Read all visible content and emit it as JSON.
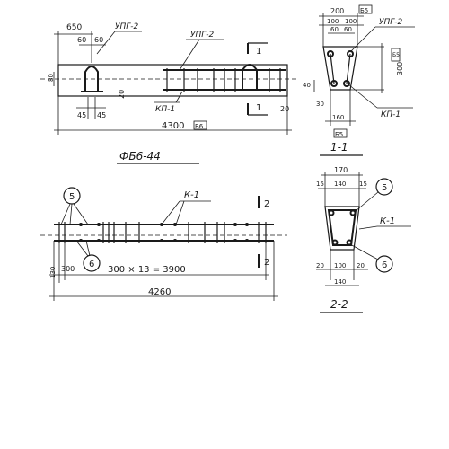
{
  "colors": {
    "ink": "#1a1a1a",
    "paper": "#ffffff"
  },
  "top_beam": {
    "d650": "650",
    "d60a": "60",
    "d60b": "60",
    "upg_left": "УПГ-2",
    "upg_right": "УПГ-2",
    "kp": "КП-1",
    "d80": "80",
    "d45a": "45",
    "d45b": "45",
    "d20a": "20",
    "d20b": "20",
    "length": "4300",
    "stamp": "Б6",
    "cut_label": "1",
    "title": "ФБ6-44"
  },
  "section_1": {
    "d200": "200",
    "d100a": "100",
    "d100b": "100",
    "d60a": "60",
    "d60b": "60",
    "stamp_top": "Б5",
    "upg": "УПГ-2",
    "stamp_side": "Б5",
    "d40": "40",
    "d300": "300",
    "d30": "30",
    "d160": "160",
    "kp": "КП-1",
    "stamp_bottom": "Б5",
    "title": "1-1"
  },
  "bottom_beam": {
    "callout_5": "5",
    "callout_6": "6",
    "k1": "К-1",
    "cut_label": "2",
    "d130": "130",
    "d300": "300",
    "spacing": "300 × 13 = 3900",
    "length": "4260"
  },
  "section_2": {
    "d170": "170",
    "d15a": "15",
    "d140top": "140",
    "d15b": "15",
    "callout_5": "5",
    "k1": "К-1",
    "d20a": "20",
    "d100": "100",
    "d20b": "20",
    "d140bot": "140",
    "callout_6": "6",
    "title": "2-2"
  }
}
